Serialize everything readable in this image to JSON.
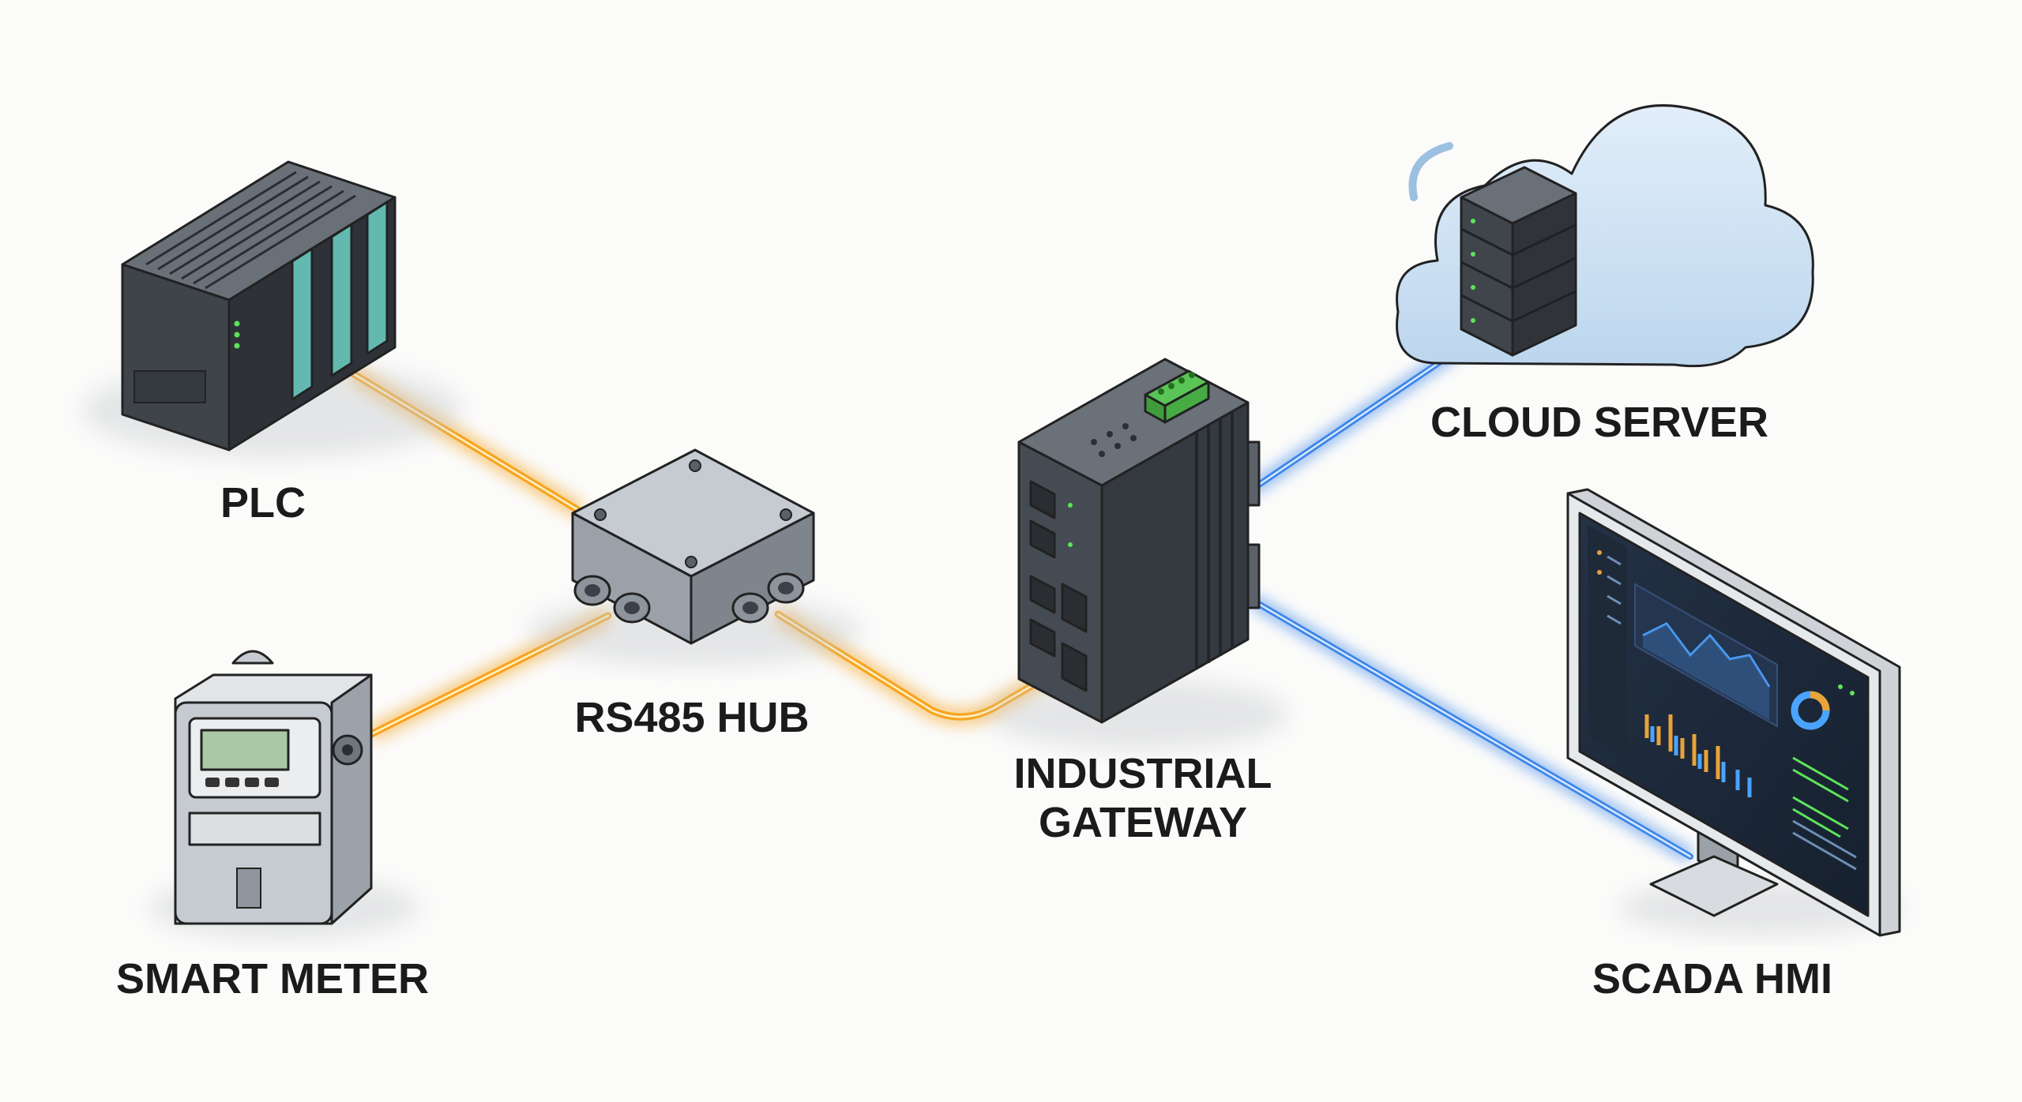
{
  "diagram": {
    "nodes": {
      "plc": {
        "label": "PLC"
      },
      "smart_meter": {
        "label": "SMART METER"
      },
      "rs485_hub": {
        "label": "RS485 HUB"
      },
      "gateway": {
        "label_line1": "INDUSTRIAL",
        "label_line2": "GATEWAY"
      },
      "cloud_server": {
        "label": "CLOUD SERVER"
      },
      "scada_hmi": {
        "label": "SCADA HMI"
      }
    },
    "links": [
      {
        "from": "plc",
        "to": "rs485_hub",
        "kind": "serial",
        "color": "#f5a11c"
      },
      {
        "from": "smart_meter",
        "to": "rs485_hub",
        "kind": "serial",
        "color": "#f5a11c"
      },
      {
        "from": "rs485_hub",
        "to": "gateway",
        "kind": "serial",
        "color": "#f5a11c"
      },
      {
        "from": "gateway",
        "to": "cloud_server",
        "kind": "network",
        "color": "#3d86e8"
      },
      {
        "from": "gateway",
        "to": "scada_hmi",
        "kind": "network",
        "color": "#3d86e8"
      }
    ],
    "colors": {
      "serial_link": "#f5a11c",
      "network_link": "#3d86e8",
      "device_dark": "#4a5058",
      "device_light": "#b9bfc6",
      "cloud_fill": "#cfe3f5",
      "terminal_green": "#4fb84a",
      "module_teal": "#63b8b0"
    }
  }
}
